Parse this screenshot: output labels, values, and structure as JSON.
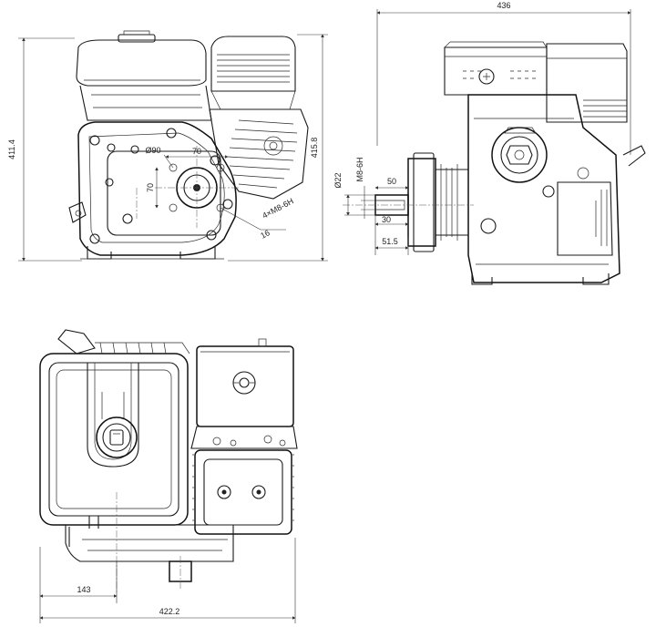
{
  "dimensions": {
    "front_total_height": "411.4",
    "front_right_height": "415.8",
    "front_w70": "70",
    "front_h70": "70",
    "bolt_circle": "Ø90",
    "thread_callout": "4×M8-6H",
    "thread_depth": "16",
    "side_total_width": "436",
    "shaft_diameter": "Ø22",
    "shaft_thread": "M8-6H",
    "key_length": "50",
    "shaft_30": "30",
    "shaft_51_5": "51.5",
    "bottom_offset": "143",
    "bottom_total_width": "422.2"
  }
}
